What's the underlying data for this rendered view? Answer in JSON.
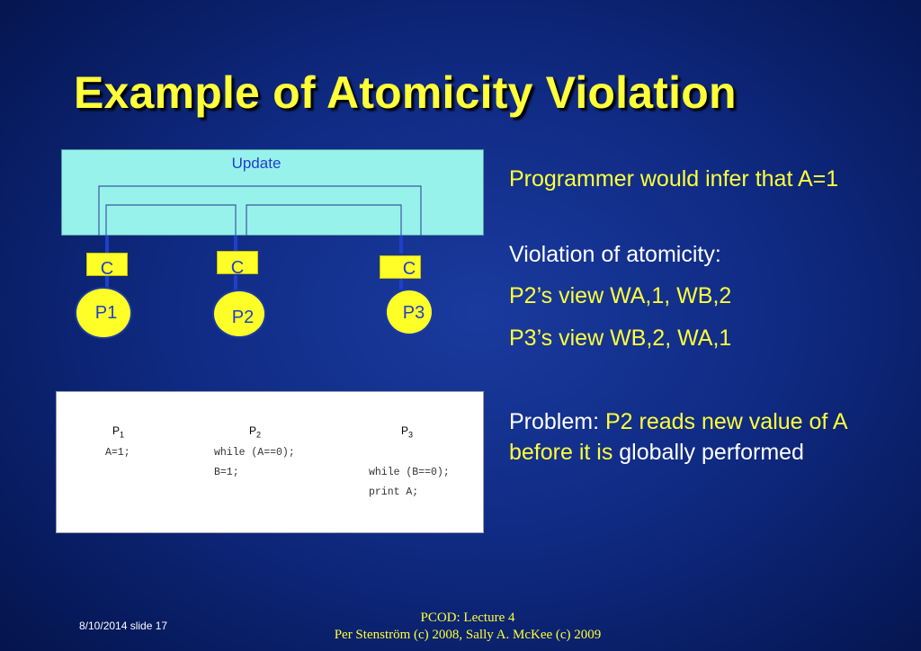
{
  "slide": {
    "title": "Example of Atomicity Violation"
  },
  "diagram": {
    "update_label": "Update",
    "caches": [
      "C",
      "C",
      "C"
    ],
    "processors": [
      "P1",
      "P2",
      "P3"
    ]
  },
  "code": {
    "headers": [
      "P",
      "P",
      "P"
    ],
    "header_subs": [
      "1",
      "2",
      "3"
    ],
    "p1_line1": "A=1;",
    "p2_line1": "while (A==0);",
    "p2_line2": "B=1;",
    "p3_line1": "while (B==0);",
    "p3_line2": "print A;"
  },
  "bullets": {
    "b1": "Programmer would infer that A=1",
    "b2": "Violation of atomicity:",
    "b3": "P2’s view WA,1, WB,2",
    "b4": "P3’s view WB,2, WA,1",
    "b5_part1": "Problem: ",
    "b5_part2": "P2 reads new value of A before it is ",
    "b5_part3": "globally performed"
  },
  "footer": {
    "date_slide": "8/10/2014 slide 17",
    "course": "PCOD: Lecture 4",
    "credits": "Per Stenström (c) 2008, Sally A. McKee (c) 2009"
  },
  "colors": {
    "title": "#ffff3a",
    "update_box": "#98f2ec",
    "cache_proc": "#ffff28",
    "diagram_text": "#1f3fcc"
  }
}
